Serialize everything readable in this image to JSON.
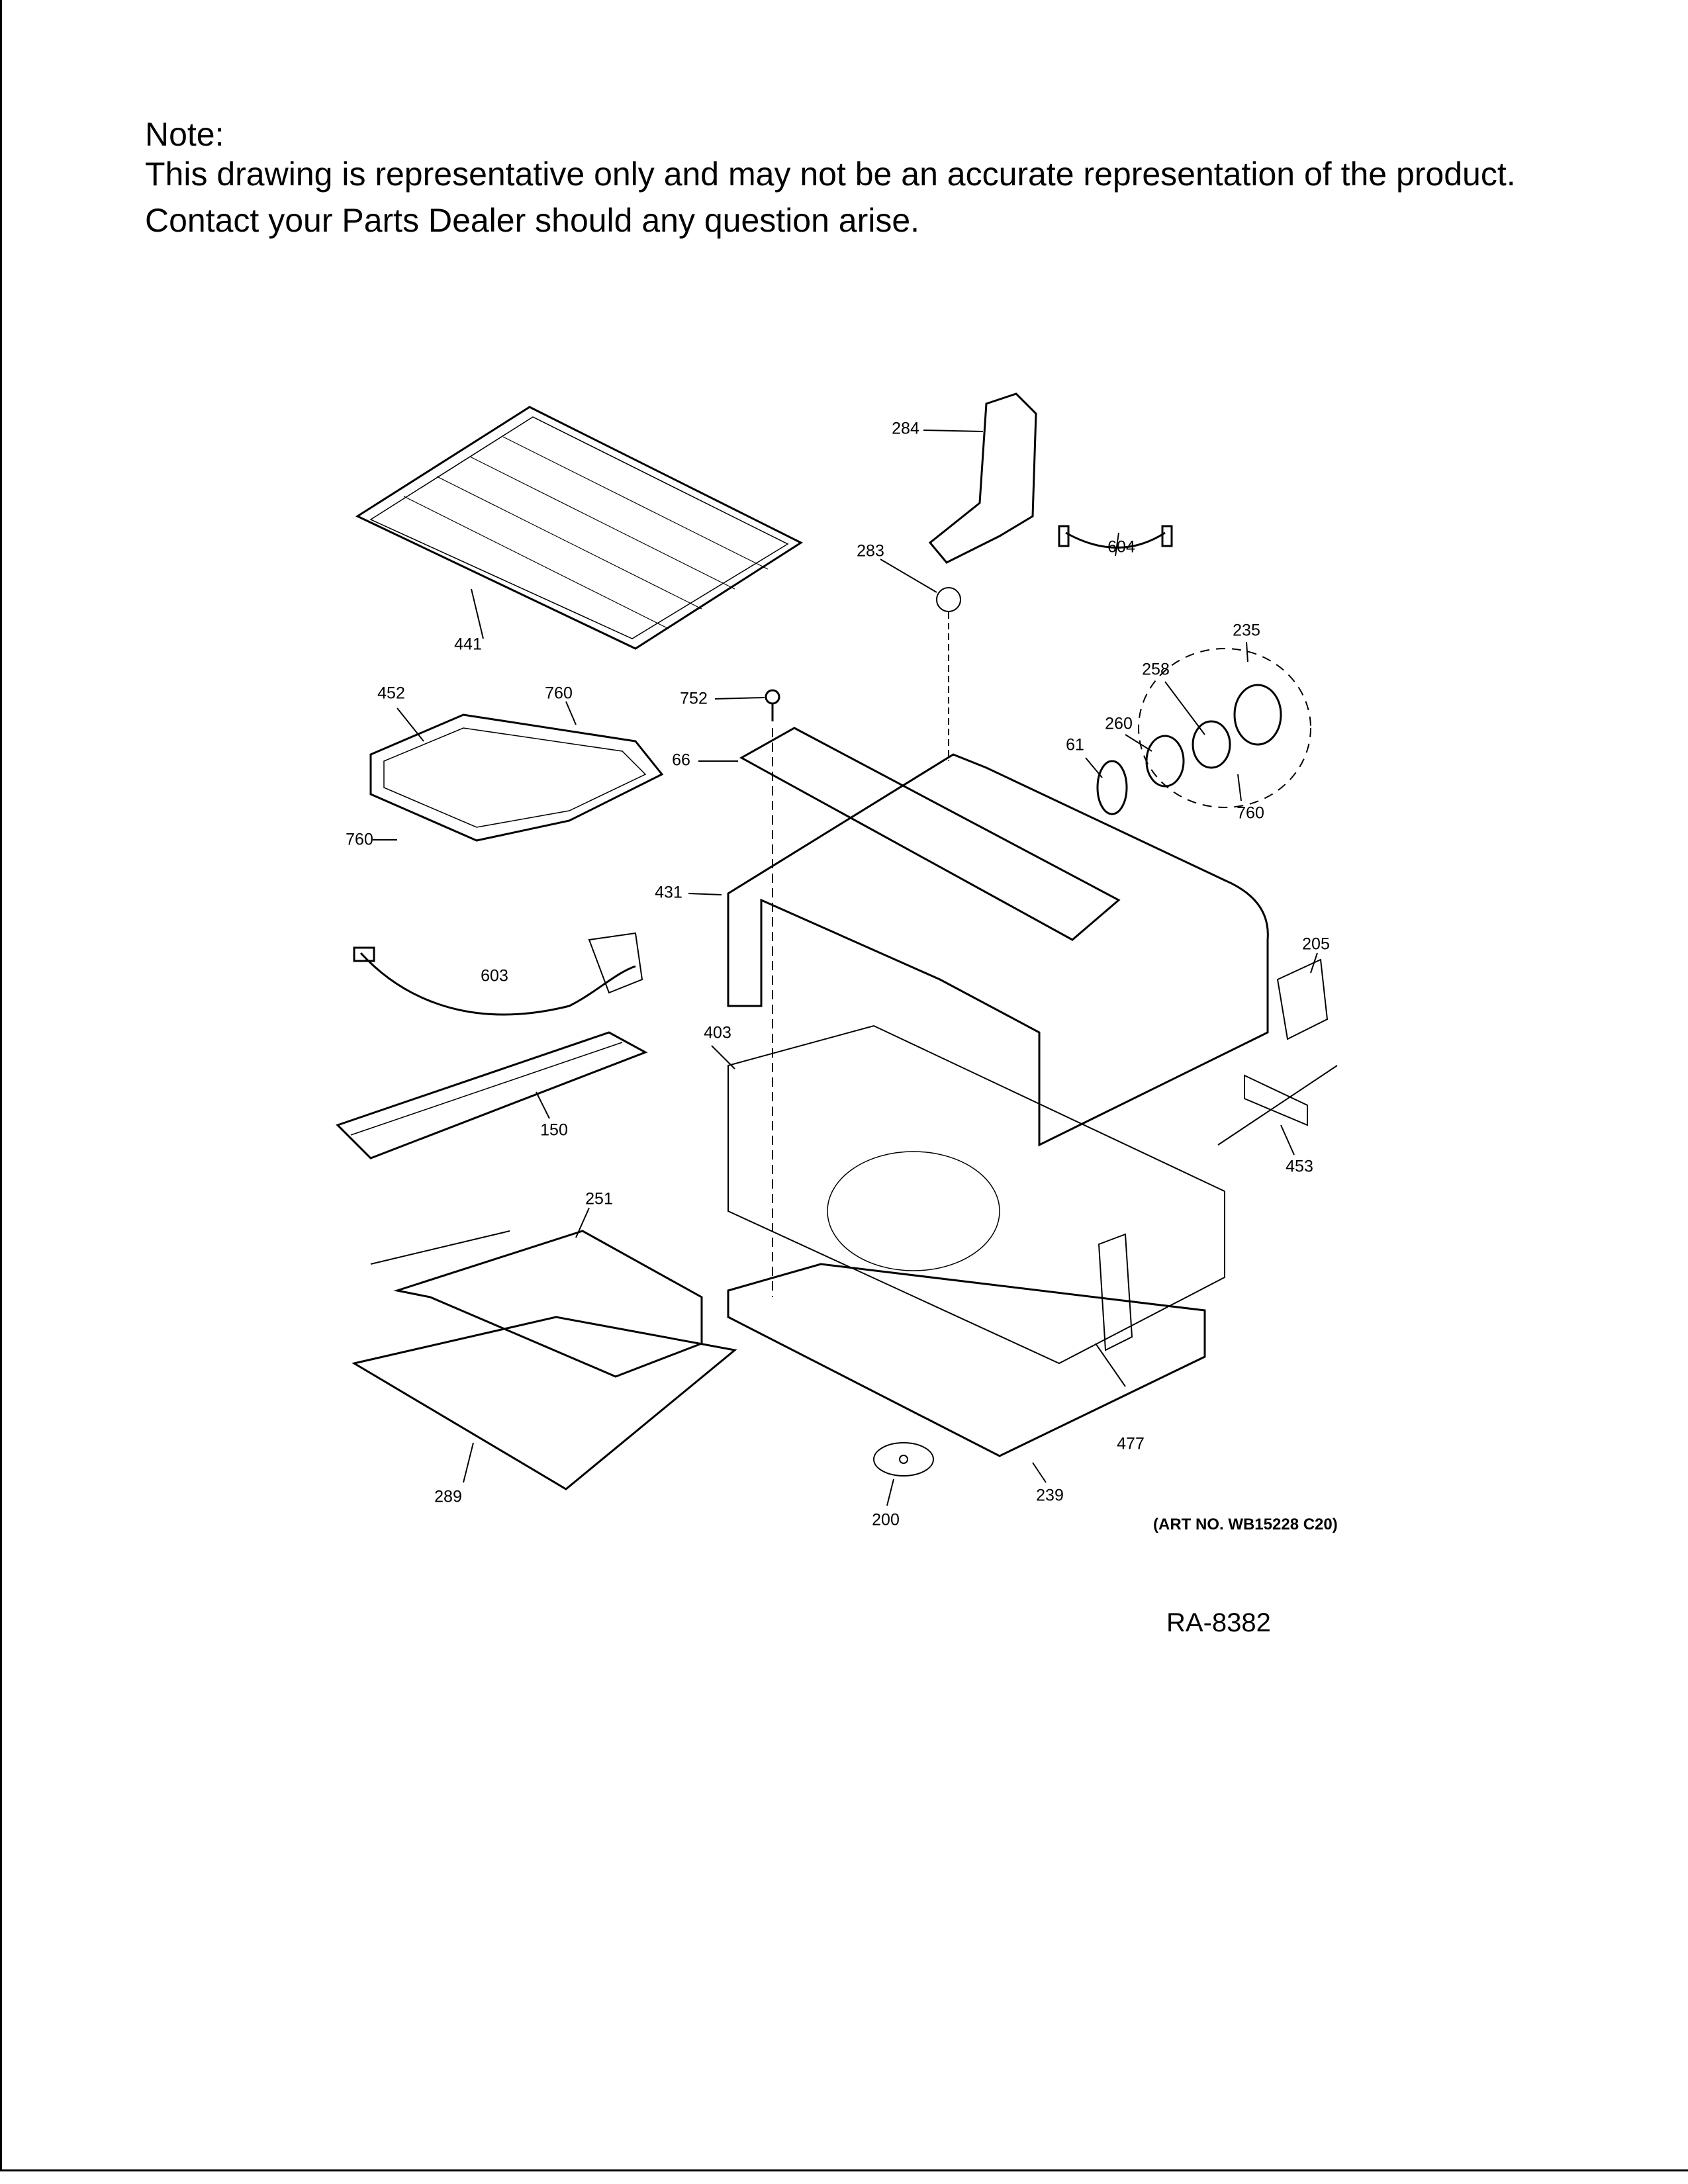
{
  "note": {
    "heading": "Note:",
    "line1": "This drawing is representative only and may not be an accurate representation of the product.",
    "line2": "Contact your Parts Dealer should any question arise."
  },
  "parts": {
    "p284": "284",
    "p283": "283",
    "p604": "604",
    "p235": "235",
    "p258": "258",
    "p260": "260",
    "p61": "61",
    "p760a": "760",
    "p752": "752",
    "p66": "66",
    "p441": "441",
    "p452": "452",
    "p760b": "760",
    "p760c": "760",
    "p431": "431",
    "p205": "205",
    "p603": "603",
    "p403": "403",
    "p150": "150",
    "p453": "453",
    "p251": "251",
    "p477": "477",
    "p289": "289",
    "p239": "239",
    "p200": "200"
  },
  "art_number": "(ART NO. WB15228 C20)",
  "drawing_id": "RA-8382"
}
